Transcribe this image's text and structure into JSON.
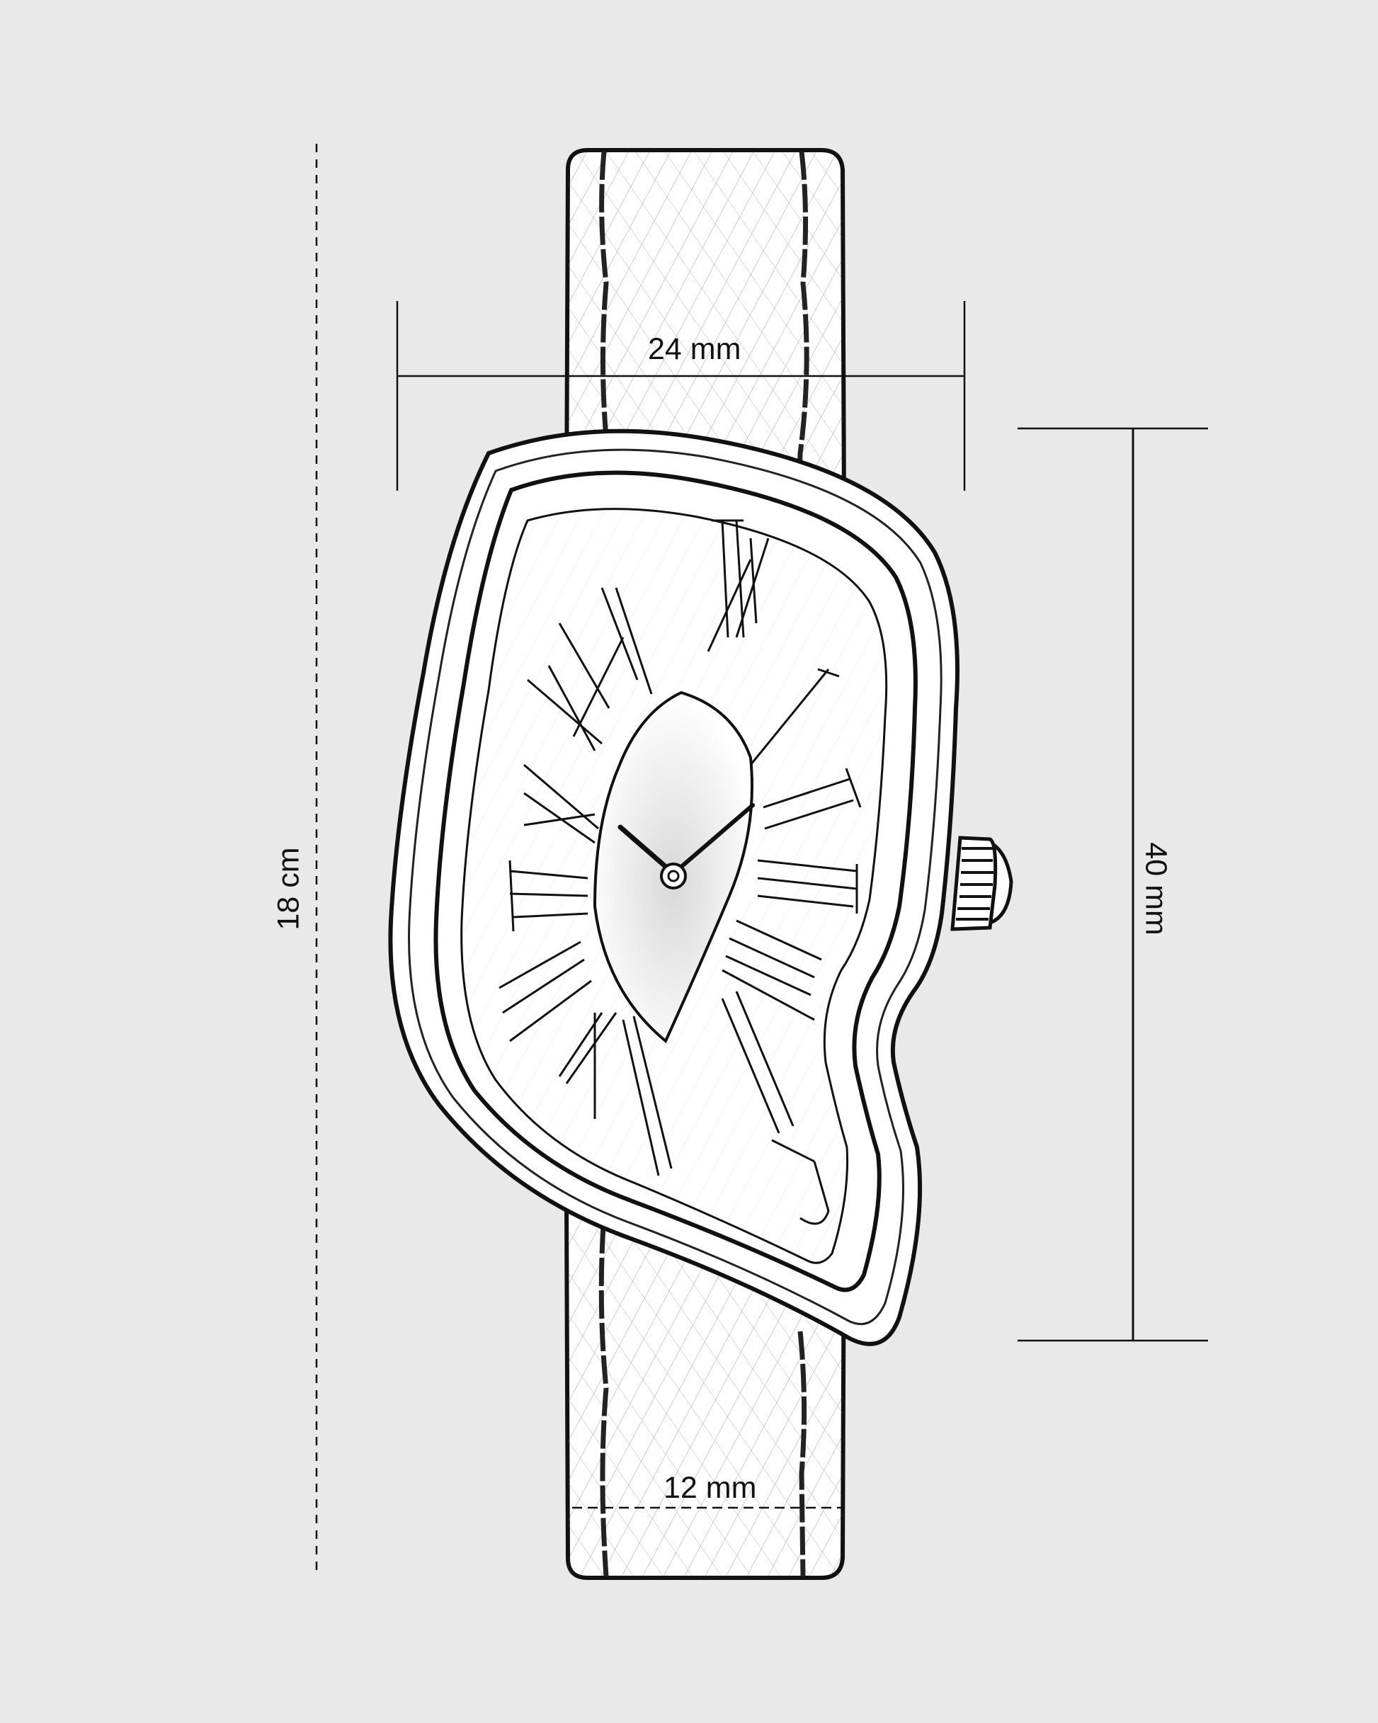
{
  "figure": {
    "subject": "Melted asymmetric wristwatch sketch with leather strap",
    "background_color": "#e9e9e9",
    "line_color": "#111111"
  },
  "dimensions": {
    "case_width": {
      "label": "24 mm",
      "orientation": "horizontal",
      "style": "solid"
    },
    "case_height": {
      "label": "40 mm",
      "orientation": "vertical",
      "style": "solid"
    },
    "strap_length": {
      "label": "18 cm",
      "orientation": "vertical",
      "style": "dashed"
    },
    "strap_width": {
      "label": "12 mm",
      "orientation": "horizontal",
      "style": "dashed"
    }
  },
  "dial": {
    "numerals": [
      "I",
      "II",
      "III",
      "IV",
      "V",
      "VI",
      "VII",
      "VIII",
      "IX",
      "X",
      "XI",
      "XII"
    ],
    "hands": [
      "hour-hand",
      "minute-hand"
    ]
  }
}
